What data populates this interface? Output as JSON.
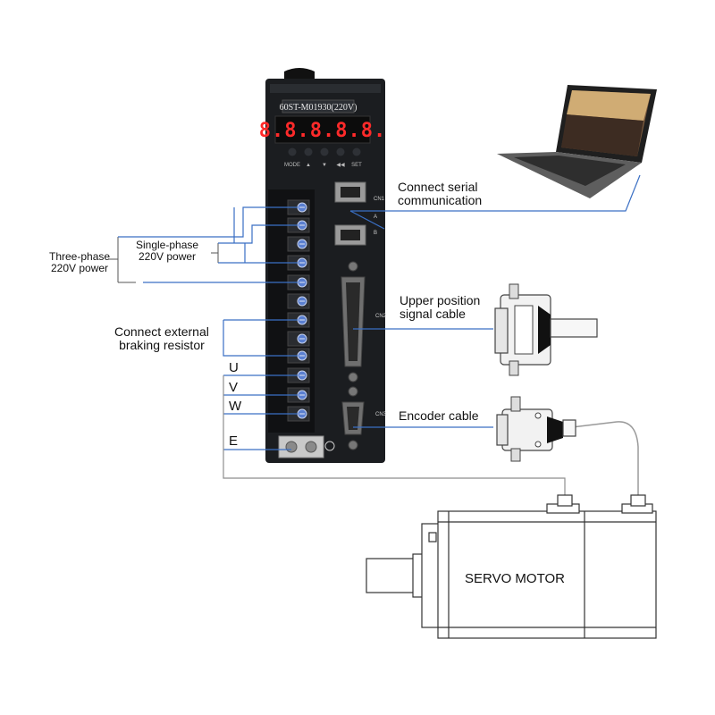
{
  "driver": {
    "model_label": "60ST-M01930(220V)",
    "display_digits": "8.8.8.8.8.",
    "button_labels": [
      "MODE",
      "▲",
      "▼",
      "◀◀",
      "SET"
    ],
    "port_labels": [
      "CN1",
      "CN2",
      "CN3"
    ],
    "port_a_b": [
      "A",
      "B"
    ]
  },
  "labels": {
    "three_phase": [
      "Three-phase",
      "220V power"
    ],
    "single_phase": [
      "Single-phase",
      "220V power"
    ],
    "braking_resistor": [
      "Connect external",
      "braking resistor"
    ],
    "u": "U",
    "v": "V",
    "w": "W",
    "e": "E",
    "serial": [
      "Connect serial",
      "communication"
    ],
    "upper_position": [
      "Upper position",
      "signal cable"
    ],
    "encoder": "Encoder cable",
    "motor": "SERVO  MOTOR"
  },
  "colors": {
    "wire_blue": "#3a6fc4",
    "wire_gray": "#9a9a9a",
    "driver_body": "#1b1d20",
    "display_red": "#ff2a2a"
  }
}
